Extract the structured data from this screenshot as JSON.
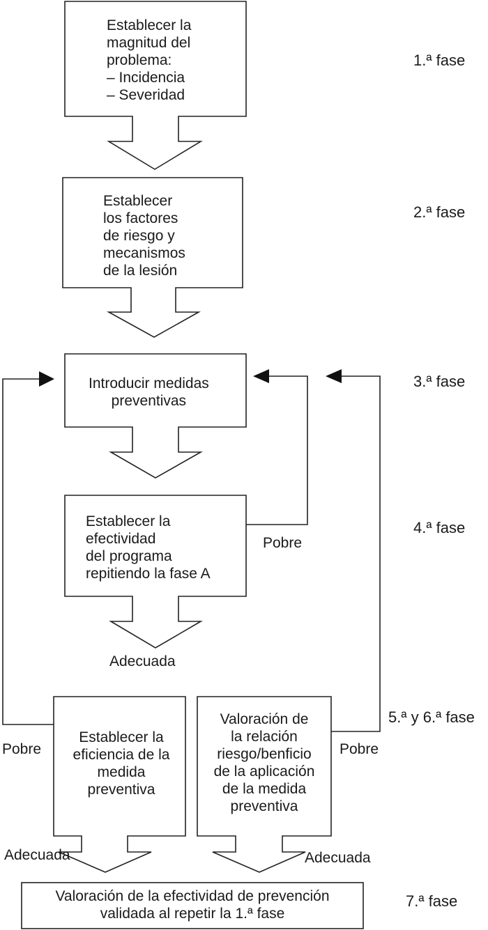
{
  "boxes": {
    "b1": "Establecer la\nmagnitud del\nproblema:\n– Incidencia\n– Severidad",
    "b2": "Establecer\nlos factores\nde riesgo y\nmecanismos\nde la lesión",
    "b3": "Introducir medidas\npreventivas",
    "b4": "Establecer la\nefectividad\ndel programa\nrepitiendo la fase A",
    "b5": "Establecer la\neficiencia de la\nmedida\npreventiva",
    "b6": "Valoración de\nla relación\nriesgo/benficio\nde la aplicación\nde la medida\npreventiva",
    "b7": "Valoración de la efectividad de prevención\nvalidada al repetir la 1.ª fase"
  },
  "phases": {
    "p1": "1.ª fase",
    "p2": "2.ª fase",
    "p3": "3.ª fase",
    "p4": "4.ª fase",
    "p56": "5.ª y 6.ª fase",
    "p7": "7.ª fase"
  },
  "labels": {
    "pobre_b4": "Pobre",
    "adecuada_b4": "Adecuada",
    "pobre_b5": "Pobre",
    "adecuada_b5": "Adecuada",
    "pobre_b6": "Pobre",
    "adecuada_b6": "Adecuada"
  }
}
